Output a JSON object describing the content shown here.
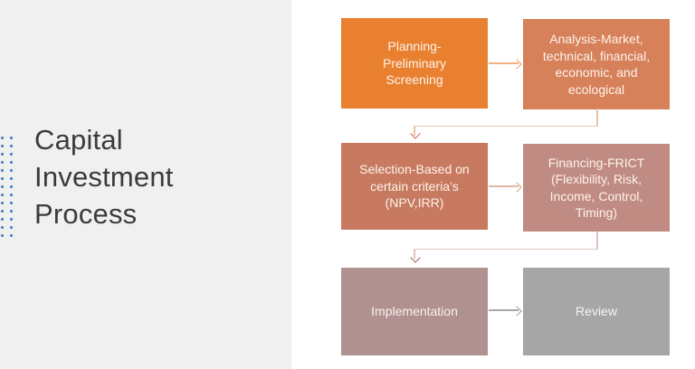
{
  "slide": {
    "title": "Capital\nInvestment\nProcess",
    "colors": {
      "left_panel_bg": "#f0f0f0",
      "canvas_bg": "#ffffff",
      "title_text": "#3b3b3b",
      "accent_dots": "#4f81c7"
    }
  },
  "flowchart": {
    "boxes": [
      {
        "id": "planning",
        "label": "Planning-\nPreliminary\nScreening",
        "bg": "#e8802f",
        "fg": "#fdf3ec"
      },
      {
        "id": "analysis",
        "label": "Analysis-Market,\ntechnical, financial,\neconomic, and\necological",
        "bg": "#d6815a",
        "fg": "#fdf3ec"
      },
      {
        "id": "selection",
        "label": "Selection-Based on\ncertain criteria’s\n(NPV,IRR)",
        "bg": "#c77a5f",
        "fg": "#fdf3ec"
      },
      {
        "id": "financing",
        "label": "Financing-FRICT\n(Flexibility, Risk,\nIncome, Control,\nTiming)",
        "bg": "#c08b82",
        "fg": "#fdf3ec"
      },
      {
        "id": "implementation",
        "label": "Implementation",
        "bg": "#b19090",
        "fg": "#f7f2f1"
      },
      {
        "id": "review",
        "label": "Review",
        "bg": "#a6a6a6",
        "fg": "#f5f5f5"
      }
    ],
    "connectors": [
      {
        "from": "planning",
        "to": "analysis",
        "line": "#f0b183",
        "head": "#eb9a61"
      },
      {
        "from": "analysis",
        "to": "selection",
        "line": "#eac3a4",
        "head": "#c4683f"
      },
      {
        "from": "selection",
        "to": "financing",
        "line": "#e2b6a4",
        "head": "#d69c86"
      },
      {
        "from": "financing",
        "to": "implementation",
        "line": "#dcc3bd",
        "head": "#a05e55"
      },
      {
        "from": "implementation",
        "to": "review",
        "line": "#a8a8a8",
        "head": "#9f9f9f"
      }
    ]
  }
}
